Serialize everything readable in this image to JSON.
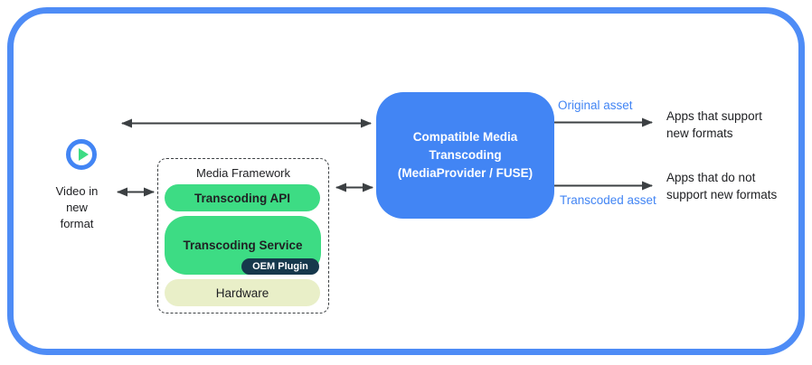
{
  "colors": {
    "frame_blue": "#4e8cf6",
    "box_blue": "#4285f4",
    "android_green": "#3ddc84",
    "oem_navy": "#16384c",
    "hardware_pale": "#e9efc8",
    "arrow_gray": "#3c4043",
    "text_dark": "#202124"
  },
  "video_source": {
    "icon": "play-icon",
    "label": "Video in\nnew\nformat"
  },
  "media_framework": {
    "title": "Media Framework",
    "api_label": "Transcoding API",
    "service_label": "Transcoding Service",
    "oem_label": "OEM Plugin",
    "hardware_label": "Hardware"
  },
  "transcoding_box": {
    "label": "Compatible Media\nTranscoding\n(MediaProvider / FUSE)"
  },
  "flows": {
    "original_label": "Original asset",
    "transcoded_label": "Transcoded asset"
  },
  "apps": {
    "support_label": "Apps that support\nnew formats",
    "no_support_label": "Apps that do not\nsupport new formats"
  }
}
